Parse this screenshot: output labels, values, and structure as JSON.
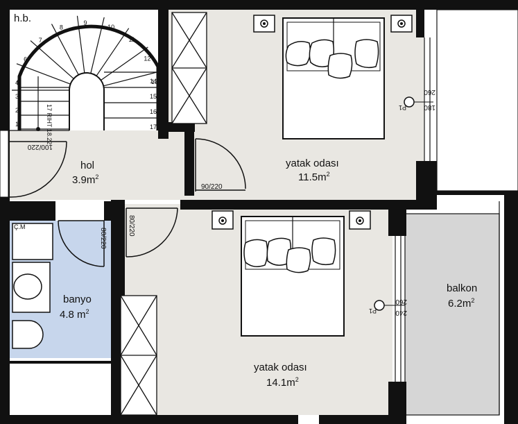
{
  "plan": {
    "stair_label": "h.b.",
    "stair_steps": [
      "1",
      "2",
      "3",
      "4",
      "5",
      "6",
      "7",
      "8",
      "9",
      "10",
      "11",
      "12",
      "13",
      "14",
      "15",
      "16",
      "17"
    ],
    "stair_note": "17 RIHT 18.22",
    "rooms": {
      "hol": {
        "name": "hol",
        "area": "3.9m",
        "sup": "2"
      },
      "bedroom1": {
        "name": "yatak odası",
        "area": "11.5m",
        "sup": "2"
      },
      "bedroom2": {
        "name": "yatak odası",
        "area": "14.1m",
        "sup": "2"
      },
      "bathroom": {
        "name": "banyo",
        "area": "4.8 m",
        "sup": "2"
      },
      "balcony": {
        "name": "balkon",
        "area": "6.2m",
        "sup": "2"
      }
    },
    "doors": {
      "hol_bedroom1": "90/220",
      "hol_left": "100/220",
      "bedroom2": "80/220",
      "bathroom": "80/220"
    },
    "windows": {
      "bedroom1_top": "260",
      "bedroom1_bottom": "180",
      "balcony_top": "260",
      "balcony_bottom": "240",
      "marker": "P1"
    },
    "bath_tag": "Ç.M"
  }
}
